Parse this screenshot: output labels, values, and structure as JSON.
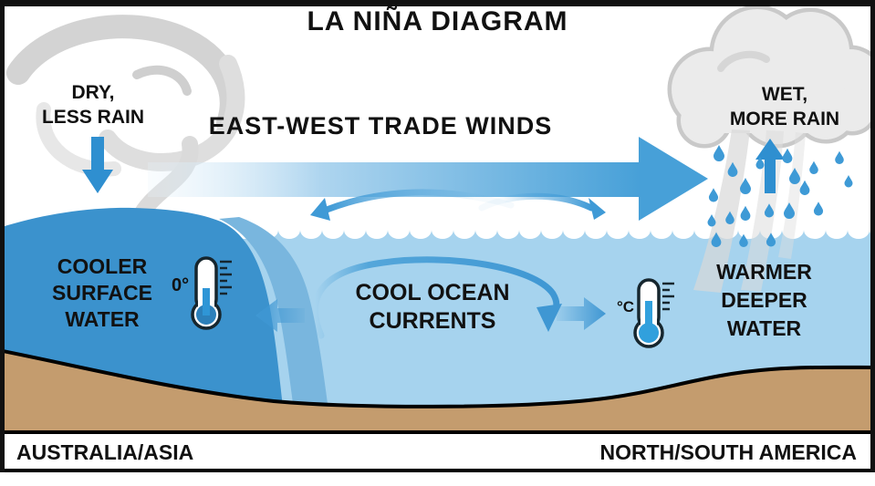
{
  "title": "LA NIÑA DIAGRAM",
  "atmosphere": {
    "west_label_line1": "DRY,",
    "west_label_line2": "LESS RAIN",
    "winds_label": "EAST-WEST TRADE WINDS",
    "east_label_line1": "WET,",
    "east_label_line2": "MORE RAIN"
  },
  "ocean": {
    "west_water_line1": "COOLER",
    "west_water_line2": "SURFACE",
    "west_water_line3": "WATER",
    "currents_line1": "COOL OCEAN",
    "currents_line2": "CURRENTS",
    "east_water_line1": "WARMER",
    "east_water_line2": "DEEPER",
    "east_water_line3": "WATER",
    "west_thermometer_label": "0°",
    "east_thermometer_label": "°C"
  },
  "regions": {
    "west": "AUSTRALIA/ASIA",
    "east": "NORTH/SOUTH AMERICA"
  },
  "icons": {
    "west_weather": "storm-swirl-icon",
    "east_weather": "rain-cloud-icon",
    "west_gauge": "thermometer-icon",
    "east_gauge": "thermometer-icon"
  },
  "colors": {
    "wind_arrow": "#47a0d8",
    "surface_water_mound": "#3b92cd",
    "thermocline_edge": "#79b6de",
    "ocean": "#a6d3ee",
    "seafloor": "#c49c6e",
    "cloud": "#ebebeb",
    "swirl": "#d7d7d7",
    "rain_drop": "#3e9ad6",
    "small_arrow": "#2f8fd0",
    "outline": "#000000",
    "band_background": "#ffffff"
  }
}
